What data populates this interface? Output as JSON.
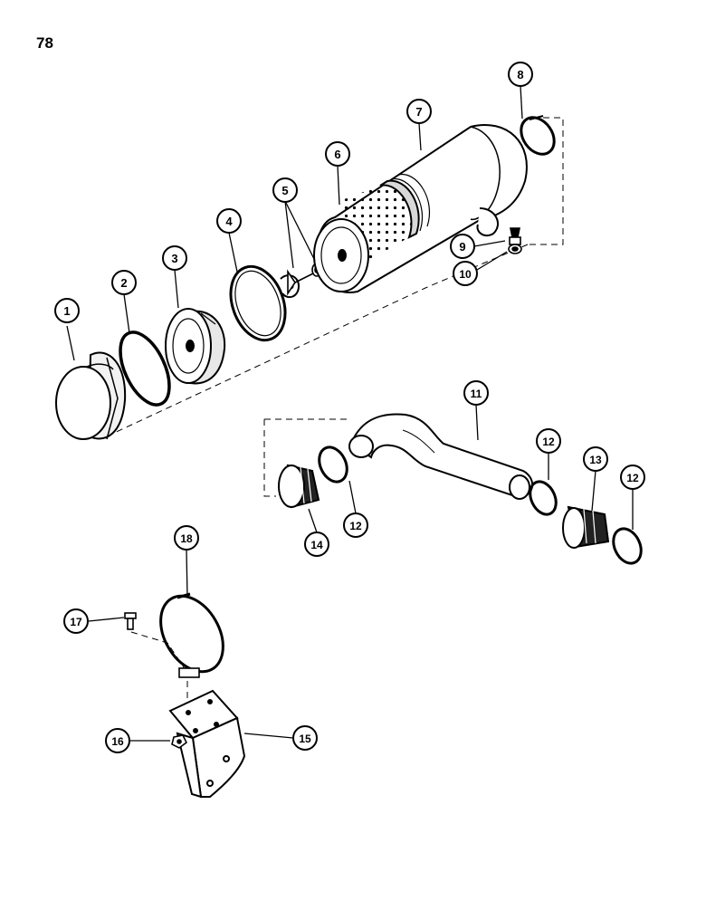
{
  "page": {
    "number": "78"
  },
  "callouts": [
    {
      "id": "c1",
      "label": "1"
    },
    {
      "id": "c2",
      "label": "2"
    },
    {
      "id": "c3",
      "label": "3"
    },
    {
      "id": "c4",
      "label": "4"
    },
    {
      "id": "c5",
      "label": "5"
    },
    {
      "id": "c6",
      "label": "6"
    },
    {
      "id": "c7",
      "label": "7"
    },
    {
      "id": "c8",
      "label": "8"
    },
    {
      "id": "c9",
      "label": "9"
    },
    {
      "id": "c10",
      "label": "10"
    },
    {
      "id": "c11",
      "label": "11"
    },
    {
      "id": "c12a",
      "label": "12"
    },
    {
      "id": "c12b",
      "label": "12"
    },
    {
      "id": "c12c",
      "label": "12"
    },
    {
      "id": "c13",
      "label": "13"
    },
    {
      "id": "c14",
      "label": "14"
    },
    {
      "id": "c15",
      "label": "15"
    },
    {
      "id": "c16",
      "label": "16"
    },
    {
      "id": "c17",
      "label": "17"
    },
    {
      "id": "c18",
      "label": "18"
    }
  ]
}
